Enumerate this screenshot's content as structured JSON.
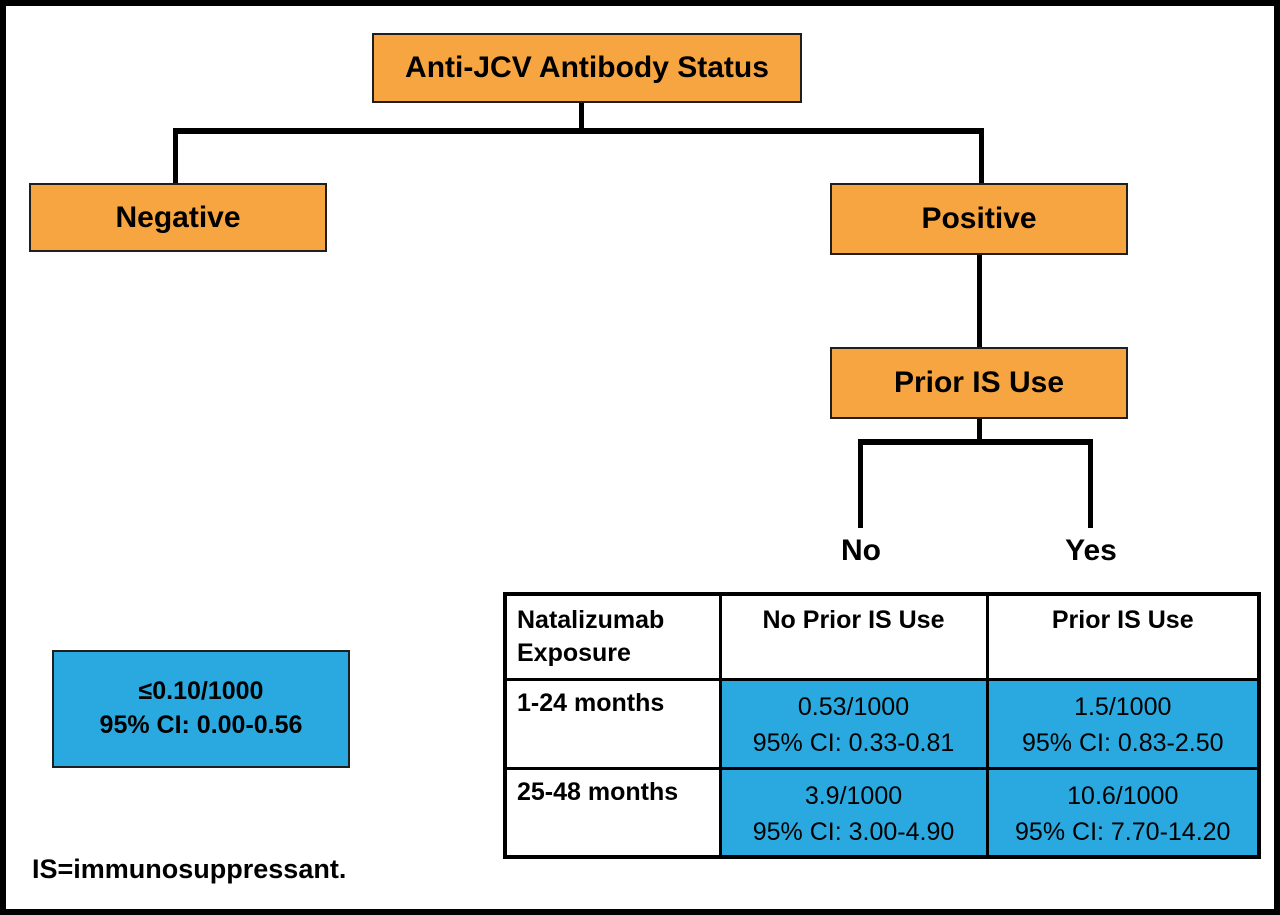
{
  "flowchart": {
    "root_label": "Anti-JCV Antibody Status",
    "negative_label": "Negative",
    "positive_label": "Positive",
    "prior_is_label": "Prior IS Use",
    "no_label": "No",
    "yes_label": "Yes"
  },
  "negative_result": {
    "rate": "≤0.10/1000",
    "ci": "95% CI: 0.00-0.56"
  },
  "table": {
    "headers": {
      "exposure": "Natalizumab Exposure",
      "no_prior": "No Prior IS Use",
      "prior": "Prior IS Use"
    },
    "rows": [
      {
        "label": "1-24 months",
        "no_prior_rate": "0.53/1000",
        "no_prior_ci": "95% CI: 0.33-0.81",
        "prior_rate": "1.5/1000",
        "prior_ci": "95% CI: 0.83-2.50"
      },
      {
        "label": "25-48 months",
        "no_prior_rate": "3.9/1000",
        "no_prior_ci": "95% CI: 3.00-4.90",
        "prior_rate": "10.6/1000",
        "prior_ci": "95% CI: 7.70-14.20"
      }
    ]
  },
  "footnote": "IS=immunosuppressant.",
  "colors": {
    "node_orange": "#F6A540",
    "result_blue": "#29A9DF",
    "line_black": "#000000"
  }
}
